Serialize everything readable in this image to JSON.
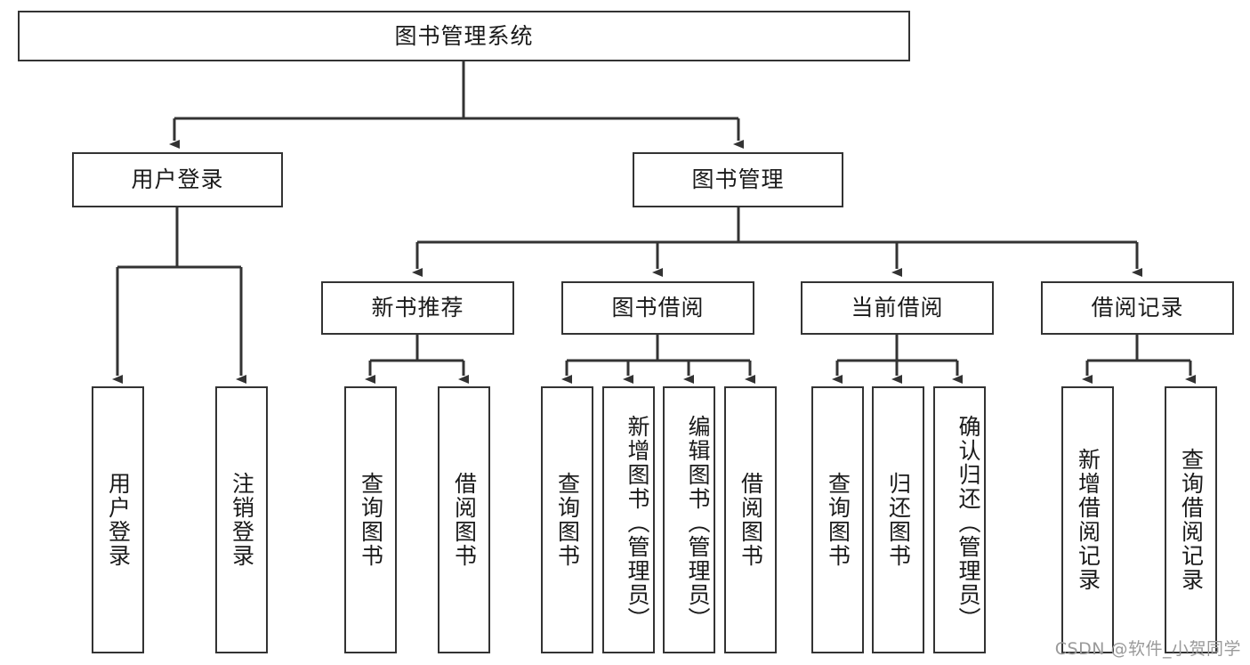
{
  "diagram": {
    "title_node": {
      "label": "图书管理系统"
    },
    "level2": [
      {
        "id": "user-login",
        "label": "用户登录"
      },
      {
        "id": "book-manage",
        "label": "图书管理"
      }
    ],
    "level3": [
      {
        "id": "new-book-recommend",
        "label": "新书推荐"
      },
      {
        "id": "book-borrow",
        "label": "图书借阅"
      },
      {
        "id": "current-borrow",
        "label": "当前借阅"
      },
      {
        "id": "borrow-record",
        "label": "借阅记录"
      }
    ],
    "leaves": {
      "user_login": [
        {
          "id": "leaf-user-login",
          "label": "用户登录"
        },
        {
          "id": "leaf-user-logout",
          "label": "注销登录"
        }
      ],
      "new_book_recommend": [
        {
          "id": "leaf-query-book-1",
          "label": "查询图书"
        },
        {
          "id": "leaf-borrow-book-1",
          "label": "借阅图书"
        }
      ],
      "book_borrow": [
        {
          "id": "leaf-query-book-2",
          "label": "查询图书"
        },
        {
          "id": "leaf-add-book",
          "label": "新增图书（管理员）"
        },
        {
          "id": "leaf-edit-book",
          "label": "编辑图书（管理员）"
        },
        {
          "id": "leaf-borrow-book-2",
          "label": "借阅图书"
        }
      ],
      "current_borrow": [
        {
          "id": "leaf-query-book-3",
          "label": "查询图书"
        },
        {
          "id": "leaf-return-book",
          "label": "归还图书"
        },
        {
          "id": "leaf-confirm-return",
          "label": "确认归还（管理员）"
        }
      ],
      "borrow_record": [
        {
          "id": "leaf-add-record",
          "label": "新增借阅记录"
        },
        {
          "id": "leaf-query-record",
          "label": "查询借阅记录"
        }
      ]
    },
    "watermark": "CSDN @软件_小贺同学",
    "colors": {
      "border": "#333333",
      "text": "#1a1a1a",
      "background": "#ffffff",
      "watermark": "#9a9a9a"
    }
  }
}
